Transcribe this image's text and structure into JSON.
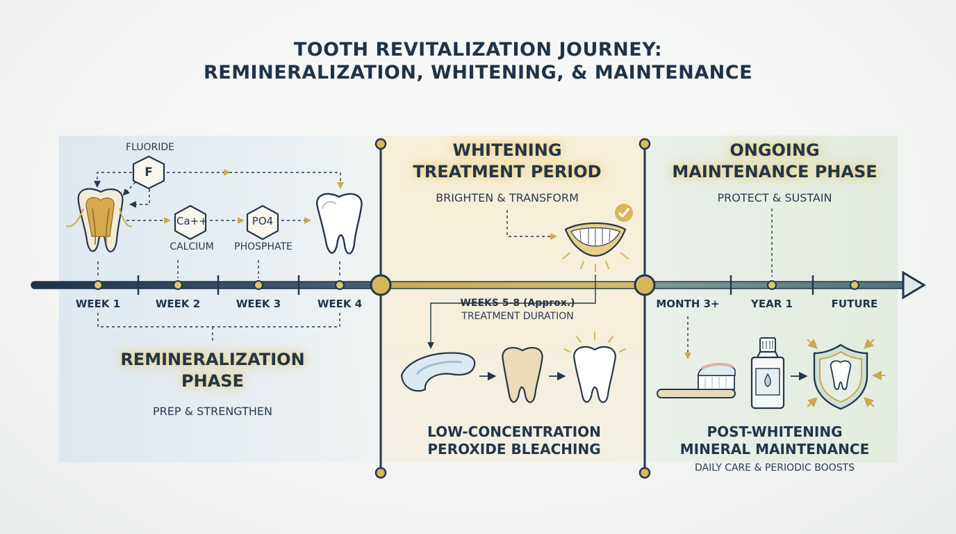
{
  "header": {
    "title_line1": "TOOTH REVITALIZATION JOURNEY:",
    "title_line2": "REMINERALIZATION, WHITENING, & MAINTENANCE"
  },
  "remineralization": {
    "fluoride_label": "FLUORIDE",
    "fluoride_symbol": "F",
    "calcium_symbol": "Ca++",
    "calcium_label": "CALCIUM",
    "phosphate_symbol": "PO4",
    "phosphate_label": "PHOSPHATE",
    "phase_title_line1": "REMINERALIZATION",
    "phase_title_line2": "PHASE",
    "subtitle": "PREP & STRENGTHEN"
  },
  "whitening": {
    "phase_title_line1": "WHITENING",
    "phase_title_line2": "TREATMENT PERIOD",
    "subtitle": "BRIGHTEN & TRANSFORM",
    "duration_label": "WEEKS 5-8 (Approx.)",
    "duration_sub": "TREATMENT DURATION",
    "bottom_line1": "LOW-CONCENTRATION",
    "bottom_line2": "PEROXIDE BLEACHING"
  },
  "maintenance": {
    "phase_title_line1": "ONGOING",
    "phase_title_line2": "MAINTENANCE PHASE",
    "subtitle": "PROTECT & SUSTAIN",
    "bottom_line1": "POST-WHITENING",
    "bottom_line2": "MINERAL MAINTENANCE",
    "bottom_sub": "DAILY CARE & PERIODIC BOOSTS"
  },
  "timeline": {
    "ticks": [
      "WEEK 1",
      "WEEK 2",
      "WEEK 3",
      "WEEK 4",
      "MONTH 3+",
      "YEAR 1",
      "FUTURE"
    ]
  },
  "colors": {
    "navy": "#1f3348",
    "gold": "#c9a94a",
    "gold_fill": "#e2c874",
    "teal": "#7d9c95"
  }
}
